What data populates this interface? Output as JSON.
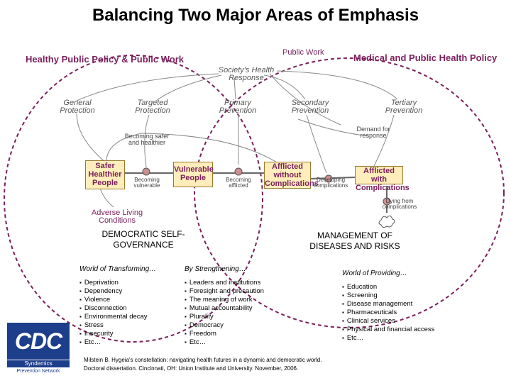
{
  "title": "Balancing Two Major Areas of Emphasis",
  "headers": {
    "left": "Healthy Public Policy & Public Work",
    "right": "Medical and Public Health Policy",
    "public_work": "Public Work"
  },
  "nodes": {
    "societys_health_response": "Society's Health Response",
    "general_protection": "General Protection",
    "targeted_protection": "Targeted Protection",
    "primary_prevention": "Primary Prevention",
    "secondary_prevention": "Secondary Prevention",
    "tertiary_prevention": "Tertiary Prevention",
    "demand_for_response": "Demand for response",
    "becoming_safer": "Becoming safer and healthier",
    "safer_healthier_people": "Safer Healthier People",
    "becoming_vulnerable": "Becoming vulnerable",
    "vulnerable_people": "Vulnerable People",
    "becoming_afflicted": "Becoming afflicted",
    "afflicted_without": "Afflicted without Complications",
    "developing_complications": "Developing complications",
    "afflicted_with": "Afflicted with Complications",
    "dying_from_complications": "Dying from complications",
    "adverse_living": "Adverse Living Conditions"
  },
  "sections": {
    "democratic": "DEMOCRATIC SELF-GOVERNANCE",
    "management": "MANAGEMENT OF DISEASES AND RISKS"
  },
  "columns": {
    "transforming": {
      "header": "World of Transforming…",
      "items": [
        "Deprivation",
        "Dependency",
        "Violence",
        "Disconnection",
        "Environmental decay",
        "Stress",
        "Insecurity",
        "Etc…"
      ]
    },
    "strengthening": {
      "header": "By Strengthening…",
      "items": [
        "Leaders and institutions",
        "Foresight and precaution",
        "The meaning of work",
        "Mutual accountability",
        "Plurality",
        "Democracy",
        "Freedom",
        "Etc…"
      ]
    },
    "providing": {
      "header": "World of Providing…",
      "items": [
        "Education",
        "Screening",
        "Disease management",
        "Pharmaceuticals",
        "Clinical services",
        "Physical and financial access",
        "Etc…"
      ]
    }
  },
  "citation": {
    "line1": "Milstein B. Hygeia's constellation: navigating health futures in a dynamic and democratic world.",
    "line2": "Doctoral dissertation. Cincinnati, OH: Union Institute and University. November, 2006."
  },
  "logo": {
    "mark": "CDC",
    "syndemics": "Syndemics",
    "network": "Prevention Network"
  },
  "colors": {
    "ellipse": "#7a1f5c",
    "stock_fill": "#ffeebb",
    "arrow": "#777777",
    "logo_blue": "#1d3e8a"
  }
}
